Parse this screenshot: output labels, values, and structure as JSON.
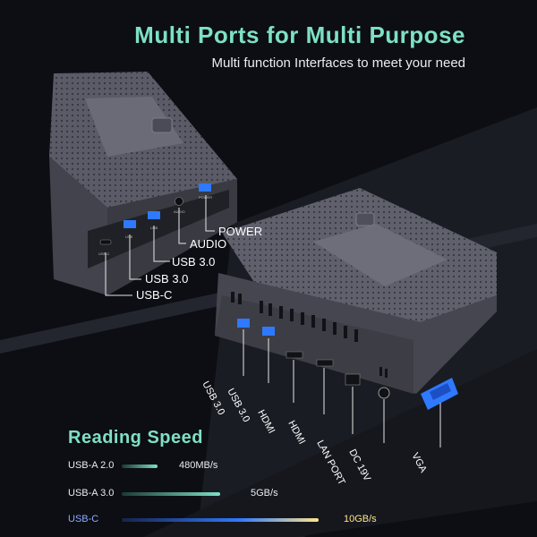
{
  "header": {
    "title": "Multi Ports for Multi Purpose",
    "subtitle": "Multi function Interfaces to meet your need"
  },
  "top_device_ports": [
    {
      "label": "POWER"
    },
    {
      "label": "AUDIO"
    },
    {
      "label": "USB 3.0"
    },
    {
      "label": "USB 3.0"
    },
    {
      "label": "USB-C"
    }
  ],
  "top_device_printed": {
    "usbc": "USB-C",
    "usb_a": "USB",
    "usb_b": "USB",
    "audio": "AUDIO",
    "power": "POWER"
  },
  "rear_ports": [
    {
      "label": "USB 3.0"
    },
    {
      "label": "USB 3.0"
    },
    {
      "label": "HDMI"
    },
    {
      "label": "HDMI"
    },
    {
      "label": "LAN PORT"
    },
    {
      "label": "DC 19V"
    },
    {
      "label": "VGA"
    }
  ],
  "speed": {
    "title": "Reading Speed",
    "rows": [
      {
        "name": "USB-A 2.0",
        "value": "480MB/s",
        "fraction": 0.18
      },
      {
        "name": "USB-A 3.0",
        "value": "5GB/s",
        "fraction": 0.5
      },
      {
        "name": "USB-C",
        "value": "10GB/s",
        "fraction": 1.0
      }
    ]
  },
  "colors": {
    "accent_teal": "#7ee0c4",
    "usb_blue": "#2f79ff",
    "highlight_yellow": "#ffe48a",
    "usbc_blue_text": "#8fa9ff",
    "device_grey": "#4b4c55"
  }
}
